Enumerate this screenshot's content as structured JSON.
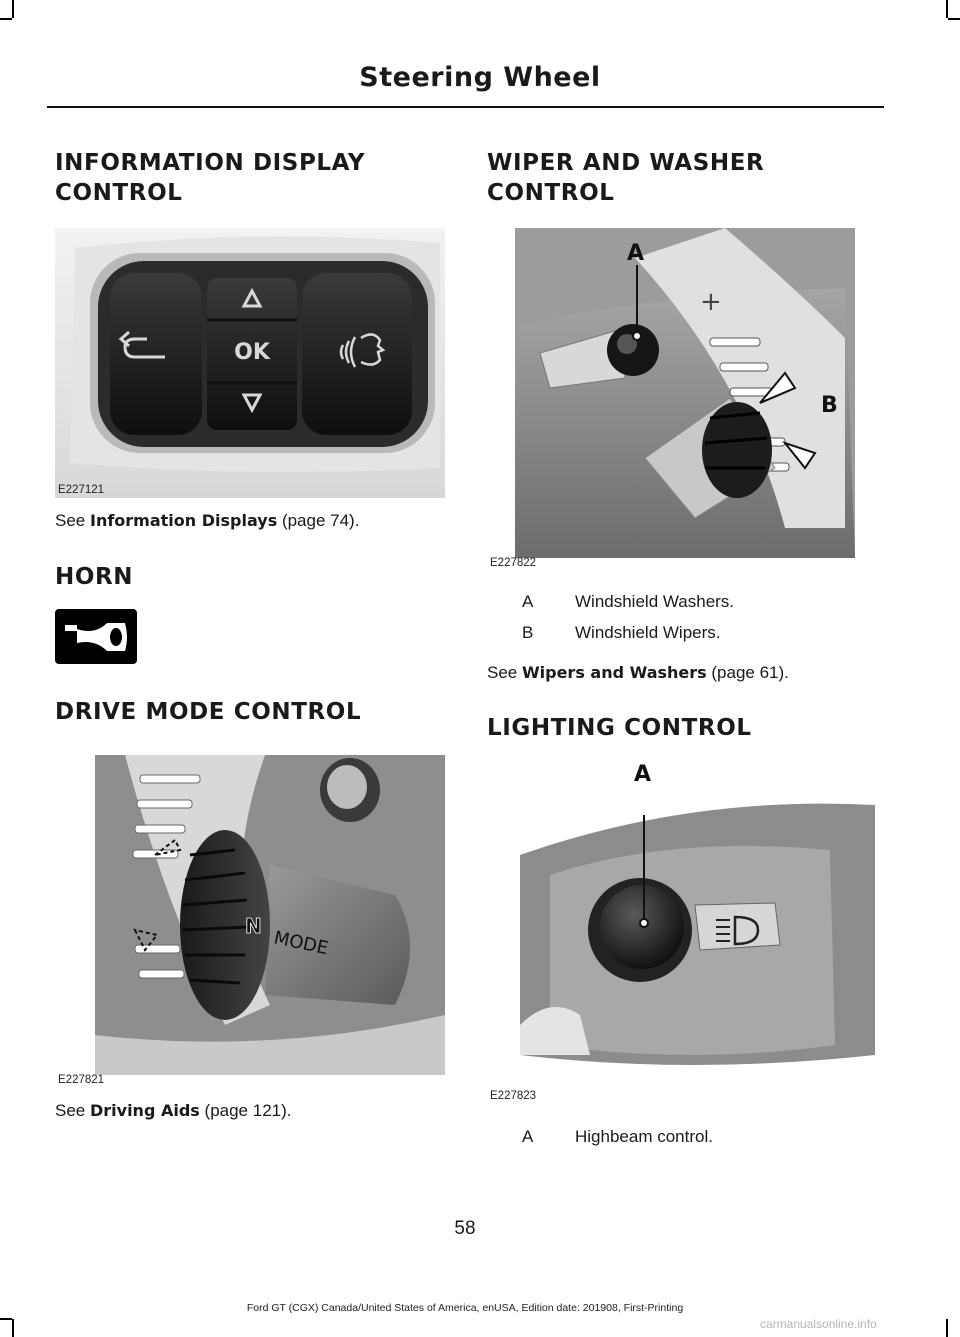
{
  "header": {
    "title": "Steering Wheel"
  },
  "left": {
    "info_display": {
      "heading_line1": "INFORMATION DISPLAY",
      "heading_line2": "CONTROL",
      "figure_id": "E227121",
      "button_ok": "OK",
      "see_prefix": "See ",
      "see_link": "Information Displays",
      "see_suffix": " (page 74)."
    },
    "horn": {
      "heading": "HORN"
    },
    "drive_mode": {
      "heading": "DRIVE MODE CONTROL",
      "figure_id": "E227821",
      "knob_letter": "N",
      "knob_text": "MODE",
      "see_prefix": "See ",
      "see_link": "Driving Aids",
      "see_suffix": " (page 121)."
    }
  },
  "right": {
    "wiper": {
      "heading_line1": "WIPER AND WASHER",
      "heading_line2": "CONTROL",
      "figure_id": "E227822",
      "callout_a": "A",
      "callout_b": "B",
      "items": [
        {
          "key": "A",
          "label": "Windshield Washers."
        },
        {
          "key": "B",
          "label": "Windshield Wipers."
        }
      ],
      "see_prefix": "See ",
      "see_link": "Wipers and Washers",
      "see_suffix": " (page 61)."
    },
    "lighting": {
      "heading": "LIGHTING CONTROL",
      "figure_id": "E227823",
      "callout_a": "A",
      "items": [
        {
          "key": "A",
          "label": "Highbeam control."
        }
      ]
    }
  },
  "page_number": "58",
  "footer": "Ford GT (CGX) Canada/United States of America, enUSA, Edition date: 201908, First-Printing",
  "watermark": "carmanualsonline.info"
}
